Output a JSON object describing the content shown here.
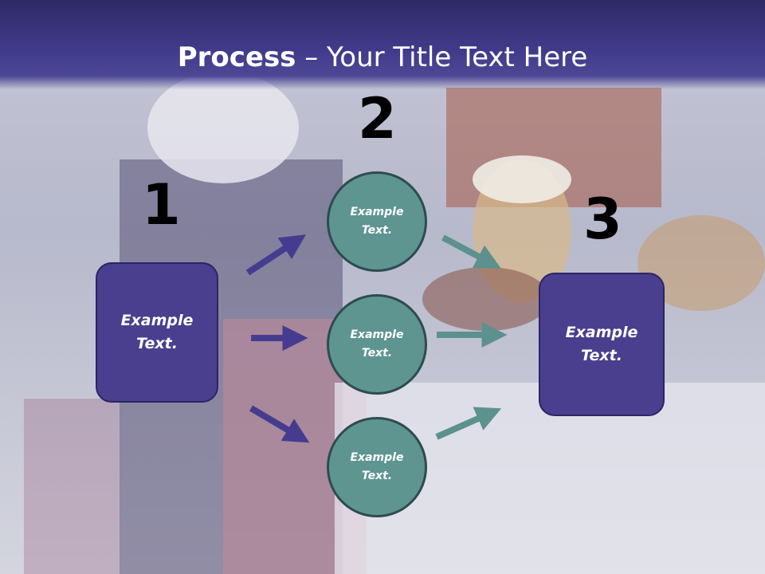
{
  "slide": {
    "title_bold": "Process",
    "title_rest": " – Your Title Text Here",
    "steps": {
      "one": "1",
      "two": "2",
      "three": "3"
    },
    "left_box": {
      "line1": "Example",
      "line2": "Text."
    },
    "circles": [
      {
        "line1": "Example",
        "line2": "Text."
      },
      {
        "line1": "Example",
        "line2": "Text."
      },
      {
        "line1": "Example",
        "line2": "Text."
      }
    ],
    "right_box": {
      "line1": "Example",
      "line2": "Text."
    }
  },
  "colors": {
    "header": "#403a8a",
    "box_fill": "#4a3f8e",
    "circle_fill": "#5e9590",
    "arrow_left": "#463c8f",
    "arrow_right": "#5c918d"
  }
}
